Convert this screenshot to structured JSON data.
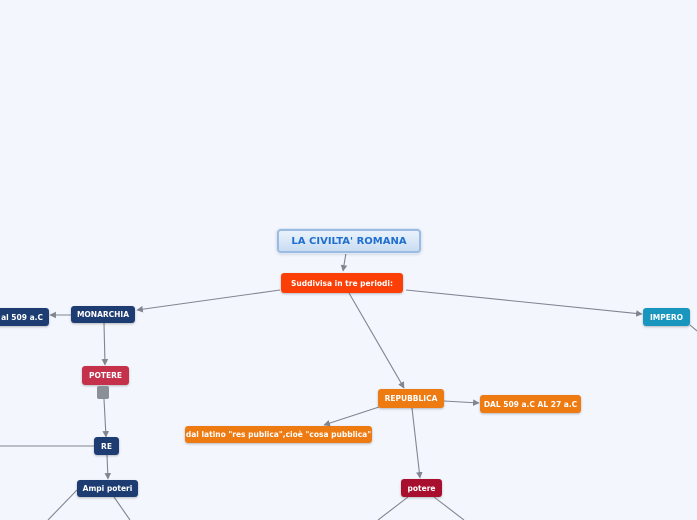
{
  "map": {
    "central": "LA CIVILTA' ROMANA",
    "periods": "Suddivisa in tre periodi:",
    "monarchia": "MONARCHIA",
    "monarchia_date": "al 509 a.C",
    "potere_monarchia": "POTERE",
    "re": "RE",
    "ampi_poteri": "Ampi poteri",
    "repubblica": "REPUBBLICA",
    "repubblica_date": "DAL 509 a.C AL 27 a.C",
    "repubblica_origin": "dal latino \"res publica\",cioè \"cosa pubblica\"",
    "potere_repubblica": "potere",
    "impero": "IMPERO"
  },
  "colors": {
    "link": "#808590",
    "central_text": "#1f6fcf",
    "red": "#fb3f06",
    "navy": "#1d3d72",
    "orange": "#ee7a12",
    "teal": "#1996bd",
    "rose": "#c5314a",
    "crimson": "#a80e2d"
  }
}
